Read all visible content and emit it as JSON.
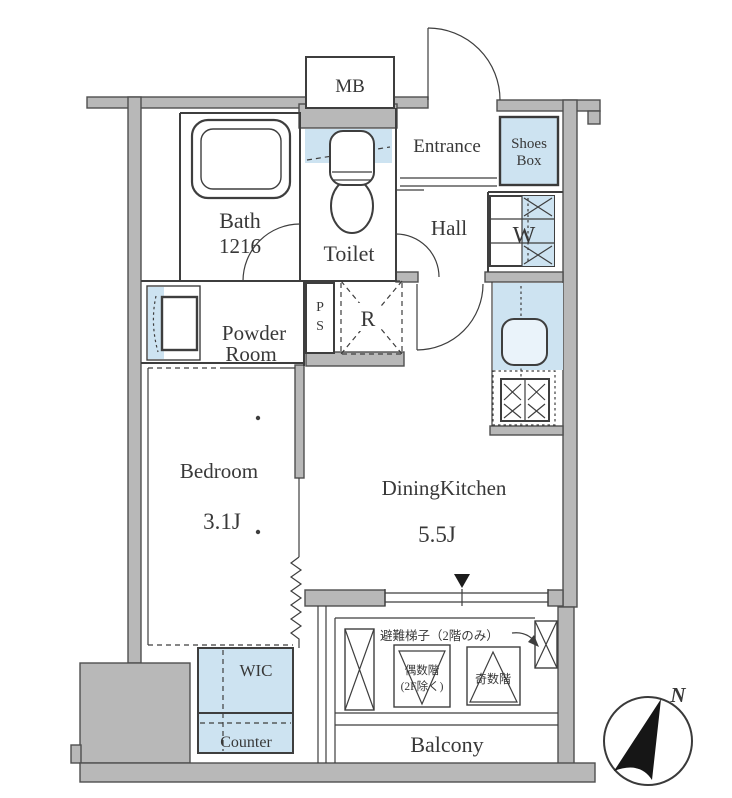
{
  "floor_plan": {
    "rooms": {
      "mb": "MB",
      "bath": "Bath",
      "bath_size": "1216",
      "toilet": "Toilet",
      "entrance": "Entrance",
      "shoes_box_line1": "Shoes",
      "shoes_box_line2": "Box",
      "hall": "Hall",
      "washer": "W",
      "powder_line1": "Powder",
      "powder_line2": "Room",
      "ps_line1": "P",
      "ps_line2": "S",
      "refrigerator": "R",
      "bedroom": "Bedroom",
      "bedroom_size": "3.1J",
      "dining_kitchen": "DiningKitchen",
      "dining_kitchen_size": "5.5J",
      "wic": "WIC",
      "counter": "Counter",
      "balcony": "Balcony"
    },
    "annotations": {
      "escape_ladder": "避難梯子（2階のみ）",
      "even_floor_line1": "偶数階",
      "even_floor_line2": "(2F除く)",
      "odd_floor": "奇数階",
      "north": "N"
    },
    "colors": {
      "wall_gray": "#b8b8b8",
      "fixture_blue": "#cde3f1",
      "line": "#3e3e3e"
    }
  }
}
